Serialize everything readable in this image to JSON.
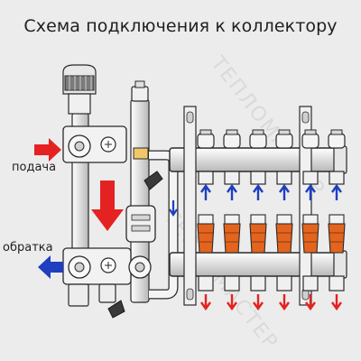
{
  "title": "Схема подключения к коллектору",
  "labels": {
    "supply": "подача",
    "return": "обратка"
  },
  "watermark": "ТЕПЛОМАСТЕР",
  "outlets_per_manifold": 6,
  "colors": {
    "supply_arrow": "#e42222",
    "return_arrow": "#1f3fbf",
    "flowmeter": "#e2641e",
    "pump_cap": "#444444",
    "metal": "#f2f2f2",
    "outline": "#2a2a2a",
    "background": "#ececec"
  },
  "icons": [
    "supply-arrow-icon",
    "return-arrow-icon",
    "flow-down-arrow-icon",
    "circuit-supply-arrow-icon",
    "circuit-return-arrow-icon"
  ]
}
